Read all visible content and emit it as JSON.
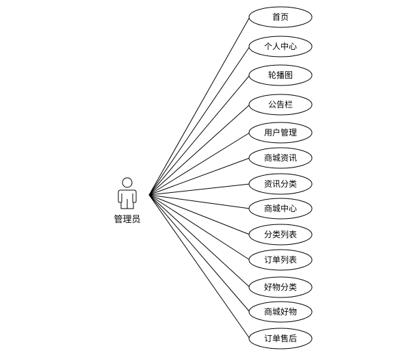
{
  "actor": {
    "label": "管理员",
    "icon": "person-icon"
  },
  "use_cases": [
    {
      "label": "首页"
    },
    {
      "label": "个人中心"
    },
    {
      "label": "轮播图"
    },
    {
      "label": "公告栏"
    },
    {
      "label": "用户管理"
    },
    {
      "label": "商城资讯"
    },
    {
      "label": "资讯分类"
    },
    {
      "label": "商城中心"
    },
    {
      "label": "分类列表"
    },
    {
      "label": "订单列表"
    },
    {
      "label": "好物分类"
    },
    {
      "label": "商城好物"
    },
    {
      "label": "订单售后"
    }
  ],
  "colors": {
    "stroke": "#000000",
    "fill": "#ffffff"
  }
}
